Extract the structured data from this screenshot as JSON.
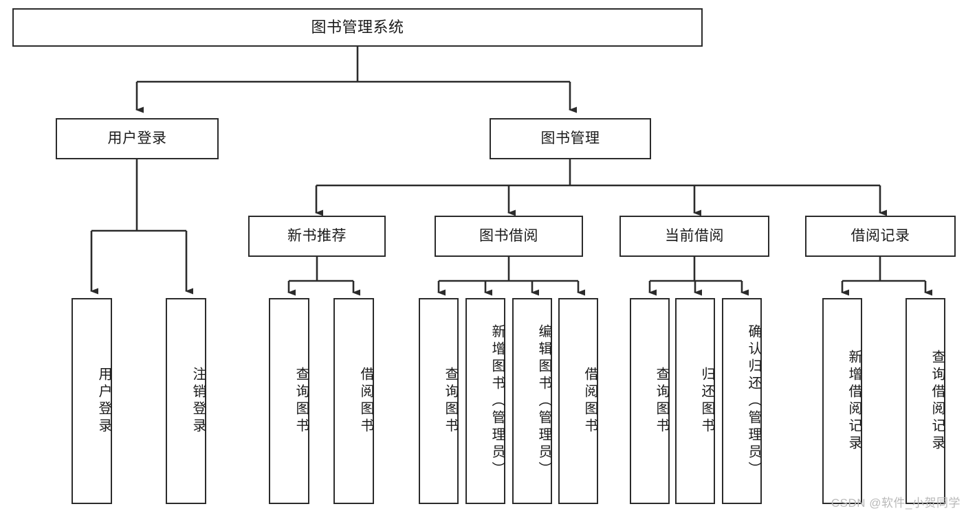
{
  "diagram": {
    "type": "tree",
    "title": "图书管理系统",
    "orientation": "top-down",
    "background_color": "#ffffff",
    "line_color": "#2b2b2b",
    "text_color": "#1a1a1a"
  },
  "watermark": {
    "text": "CSDN @软件_小贺同学",
    "color": "#b9b9b9"
  },
  "root": {
    "label": "图书管理系统"
  },
  "level2": [
    {
      "label": "用户登录"
    },
    {
      "label": "图书管理"
    }
  ],
  "level3": [
    {
      "label": "新书推荐"
    },
    {
      "label": "图书借阅"
    },
    {
      "label": "当前借阅"
    },
    {
      "label": "借阅记录"
    }
  ],
  "leaves": {
    "user_login": [
      {
        "label": "用户登录"
      },
      {
        "label": "注销登录"
      }
    ],
    "new_book": [
      {
        "label": "查询图书"
      },
      {
        "label": "借阅图书"
      }
    ],
    "book_borrow": [
      {
        "label": "查询图书"
      },
      {
        "label": "新增图书（管理员）"
      },
      {
        "label": "编辑图书（管理员）"
      },
      {
        "label": "借阅图书"
      }
    ],
    "current_borrow": [
      {
        "label": "查询图书"
      },
      {
        "label": "归还图书"
      },
      {
        "label": "确认归还（管理员）"
      }
    ],
    "borrow_record": [
      {
        "label": "新增借阅记录"
      },
      {
        "label": "查询借阅记录"
      }
    ]
  }
}
